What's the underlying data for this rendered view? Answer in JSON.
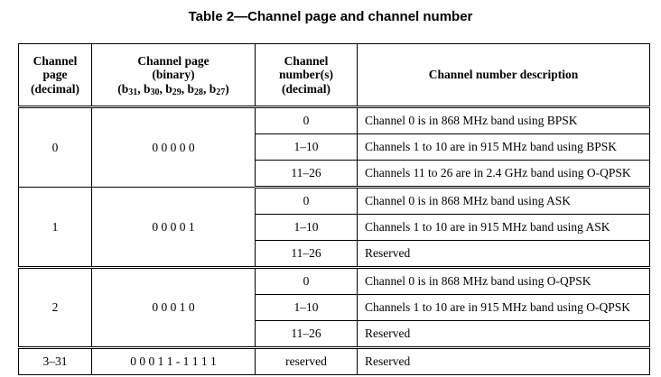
{
  "caption": "Table 2—Channel page and channel number",
  "header": {
    "col1": [
      "Channel",
      "page",
      "(decimal)"
    ],
    "col2": {
      "line1": "Channel page",
      "line2": "(binary)",
      "bits": [
        "31",
        "30",
        "29",
        "28",
        "27"
      ]
    },
    "col3": [
      "Channel",
      "number(s)",
      "(decimal)"
    ],
    "col4": "Channel number description"
  },
  "groups": [
    {
      "page": "0",
      "binary": "0 0 0 0 0",
      "rows": [
        {
          "numbers": "0",
          "description": "Channel 0 is in 868 MHz band using BPSK"
        },
        {
          "numbers": "1–10",
          "description": "Channels 1 to 10 are in 915 MHz band using BPSK"
        },
        {
          "numbers": "11–26",
          "description": "Channels 11 to 26 are in 2.4 GHz band using O-QPSK"
        }
      ]
    },
    {
      "page": "1",
      "binary": "0 0 0 0 1",
      "rows": [
        {
          "numbers": "0",
          "description": "Channel 0 is in 868 MHz band using ASK"
        },
        {
          "numbers": "1–10",
          "description": "Channels 1 to 10 are in 915 MHz band using ASK"
        },
        {
          "numbers": "11–26",
          "description": "Reserved"
        }
      ]
    },
    {
      "page": "2",
      "binary": "0 0 0 1 0",
      "rows": [
        {
          "numbers": "0",
          "description": "Channel 0 is in 868 MHz band using O-QPSK"
        },
        {
          "numbers": "1–10",
          "description": "Channels 1 to 10 are in 915 MHz band using O-QPSK"
        },
        {
          "numbers": "11–26",
          "description": "Reserved"
        }
      ]
    },
    {
      "page": "3–31",
      "binary": "0 0 0 1 1 - 1 1 1 1",
      "rows": [
        {
          "numbers": "reserved",
          "description": "Reserved"
        }
      ]
    }
  ]
}
